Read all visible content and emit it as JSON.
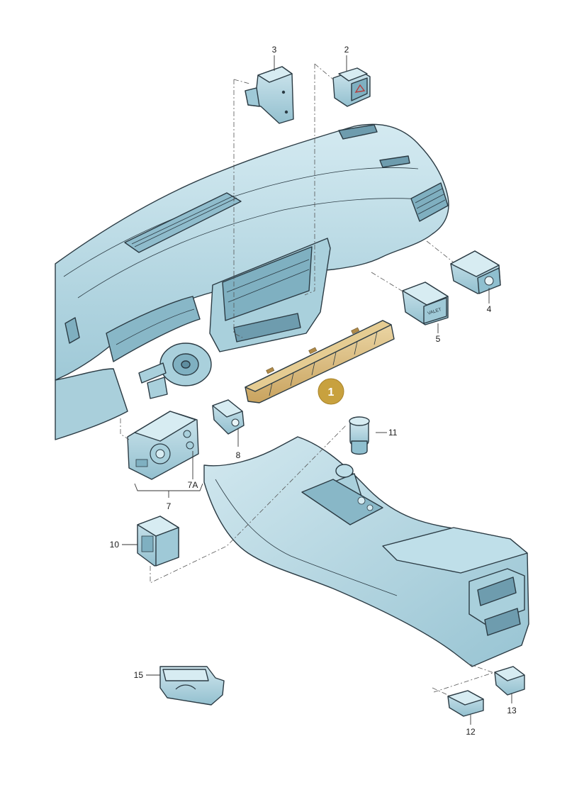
{
  "callouts": {
    "c1": "1",
    "c2": "2",
    "c3": "3",
    "c4": "4",
    "c5": "5",
    "c7": "7",
    "c7a": "7A",
    "c8": "8",
    "c10": "10",
    "c11": "11",
    "c12": "12",
    "c13": "13",
    "c15": "15"
  },
  "part_texts": {
    "valet": "VALET"
  },
  "colors": {
    "part_fill": "#b9dbe6",
    "part_light": "#d7ecf2",
    "part_shade": "#8fbfcf",
    "highlight": "#d9b97a",
    "badge": "#c8a13e",
    "outline": "#2b3b44"
  }
}
